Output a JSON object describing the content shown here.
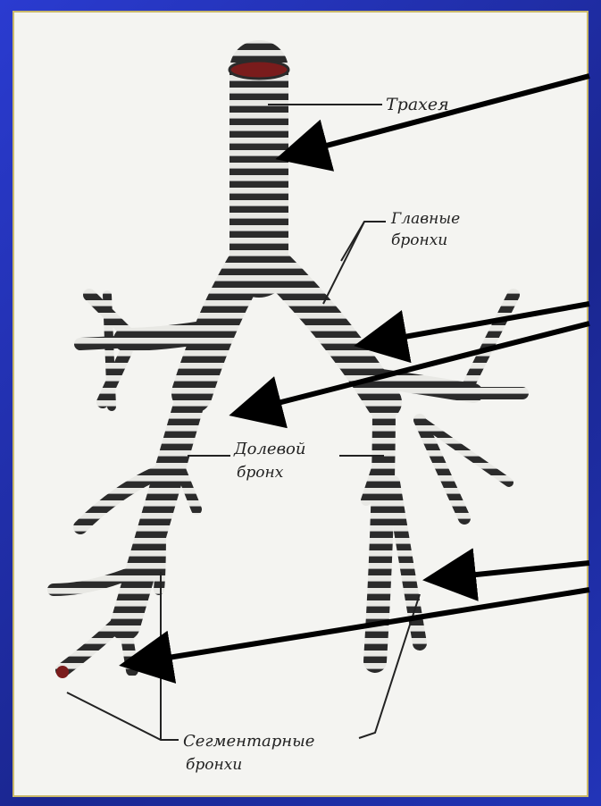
{
  "labels": {
    "trachea": "Трахея",
    "main_bronchi_line1": "Главные",
    "main_bronchi_line2": "бронхи",
    "lobar_bronchus_line1": "Долевой",
    "lobar_bronchus_line2": "бронх",
    "segmental_bronchi_line1": "Сегментарные",
    "segmental_bronchi_line2": "бронхи"
  },
  "colors": {
    "background": "#1f2fa8",
    "panel": "#f4f4f1",
    "bronchus_dark": "#2b2b2b",
    "bronchus_ring": "#e8e8e4",
    "arrow": "#000000",
    "tip": "#7a1c1c"
  }
}
